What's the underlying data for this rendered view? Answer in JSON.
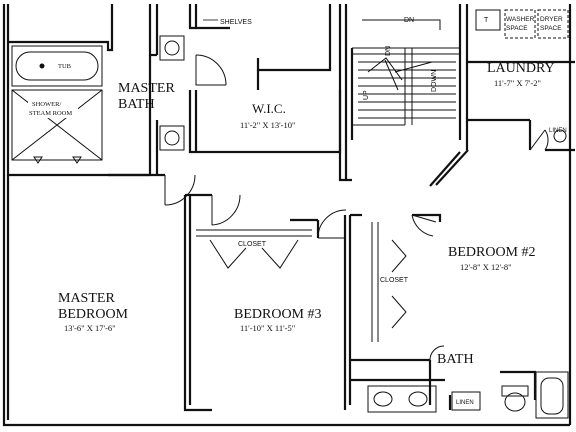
{
  "rooms": {
    "master_bath": [
      "MASTER",
      "BATH"
    ],
    "wic": {
      "name": "W.I.C.",
      "dims": "11'-2\" X 13'-10\""
    },
    "laundry": {
      "name": "LAUNDRY",
      "dims": "11'-7\" X 7'-2\""
    },
    "master_bedroom": {
      "name": [
        "MASTER",
        "BEDROOM"
      ],
      "dims": "13'-6\" X 17'-6\""
    },
    "bedroom3": {
      "name": "BEDROOM #3",
      "dims": "11'-10\" X 11'-5\""
    },
    "bedroom2": {
      "name": "BEDROOM #2",
      "dims": "12'-8\" X 12'-8\""
    },
    "bath": "BATH"
  },
  "fixtures": {
    "shelves": "SHELVES",
    "tub": "TUB",
    "shower": [
      "SHOWER/",
      "STEAM ROOM"
    ],
    "closet_b3": "CLOSET",
    "closet_b2": "CLOSET",
    "linen_laundry": "LINEN",
    "linen_bath": "LINEN",
    "washer": [
      "WASHER",
      "SPACE"
    ],
    "dryer": [
      "DRYER",
      "SPACE"
    ],
    "water_heater": "T"
  },
  "stairs": {
    "dn_top": "DN",
    "dn_mid": "DN",
    "down_right": "DOWN",
    "up": "UP"
  }
}
